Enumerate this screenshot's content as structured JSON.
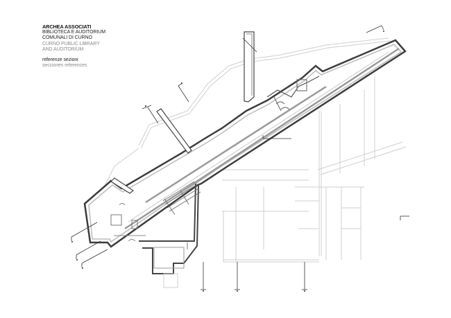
{
  "title_block": {
    "firm": "ARCHEA ASSOCIATI",
    "project_it_line1": "BIBLIOTECA E AUDITORIUM",
    "project_it_line2": "COMUNALI DI CURNO",
    "project_en_line1": "CURNO PUBLIC LIBRARY",
    "project_en_line2": "AND AUDITORIUM",
    "sheet_it": "referenze sezioni",
    "sheet_en": "secciones references"
  },
  "drawing": {
    "type": "architectural floor plan with section reference marks",
    "wall_color": "#4a4a4a",
    "wall_fill": "#b9b9b9",
    "context_line_color": "#c8c8c8",
    "background": "#ffffff"
  }
}
